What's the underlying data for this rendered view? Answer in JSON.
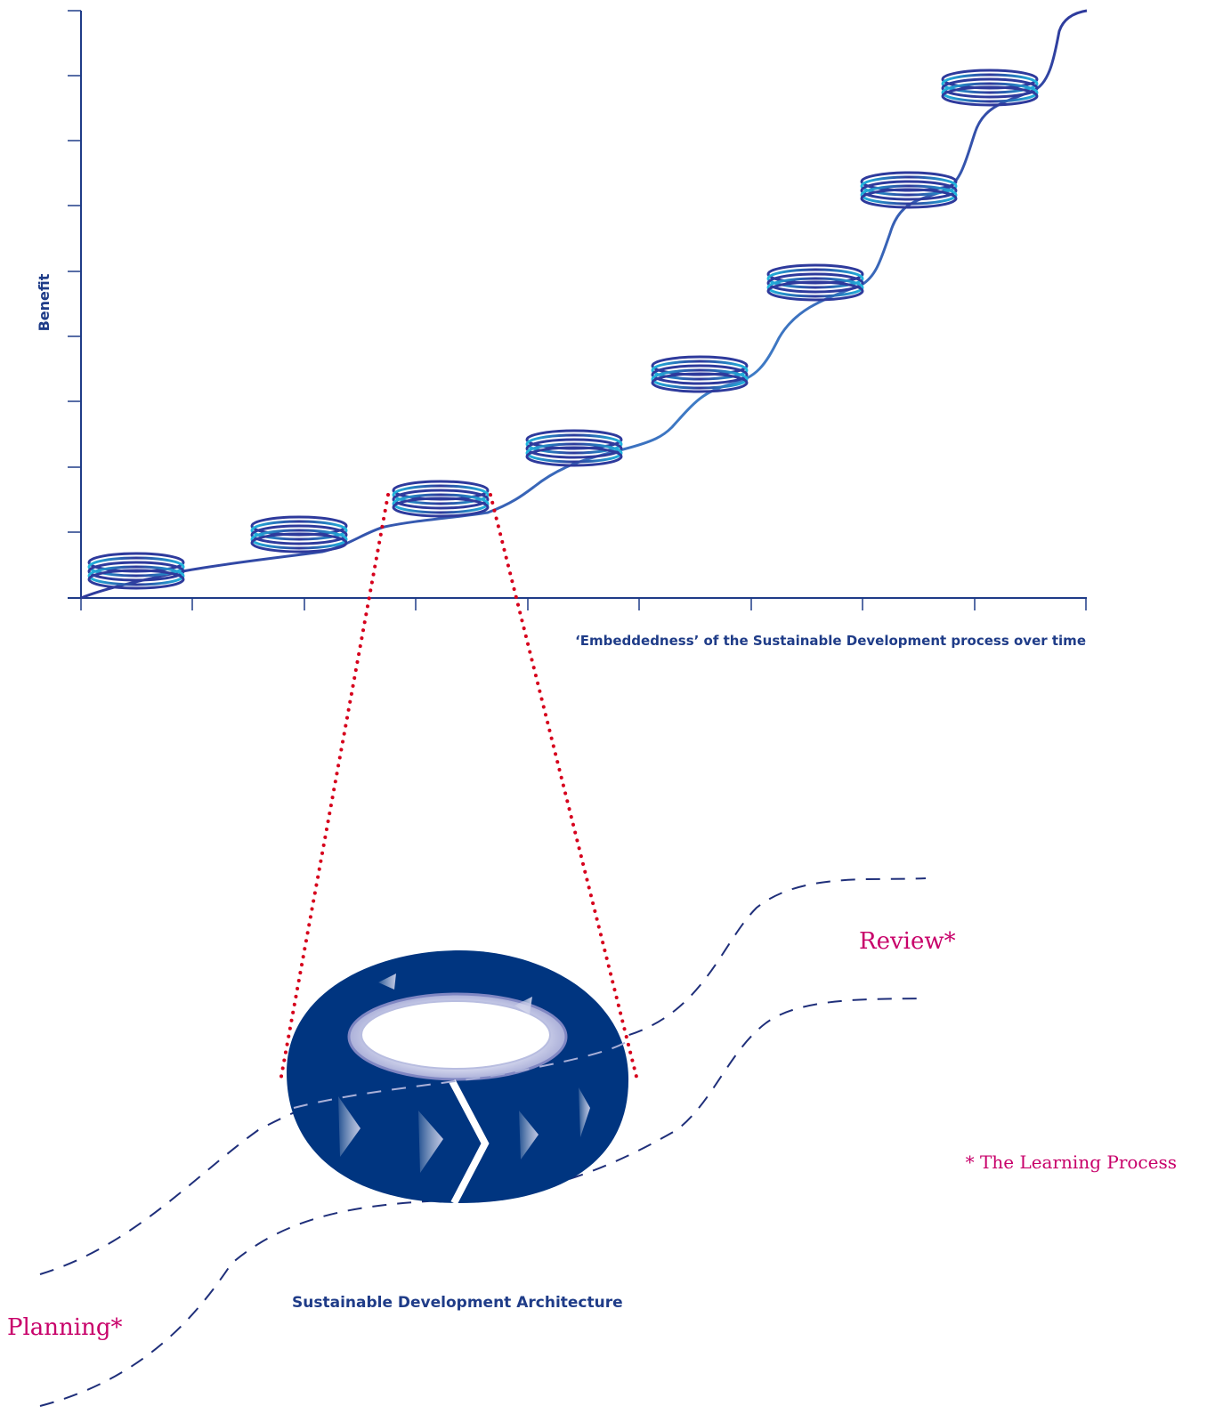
{
  "colors": {
    "axis": "#1f3c88",
    "navy": "#003580",
    "coil_dark": "#2e3a9c",
    "coil_light": "#21b6dd",
    "dotted": "#d6001c",
    "magenta": "#c8006a",
    "dash": "#1f2f7a"
  },
  "chart": {
    "y_label": "Benefit",
    "x_label": "‘Embeddedness’ of the Sustainable Development process over time"
  },
  "diagram": {
    "review_label": "Review*",
    "planning_label": "Planning*",
    "footnote": "* The Learning Process",
    "architecture_label": "Sustainable Development Architecture"
  }
}
